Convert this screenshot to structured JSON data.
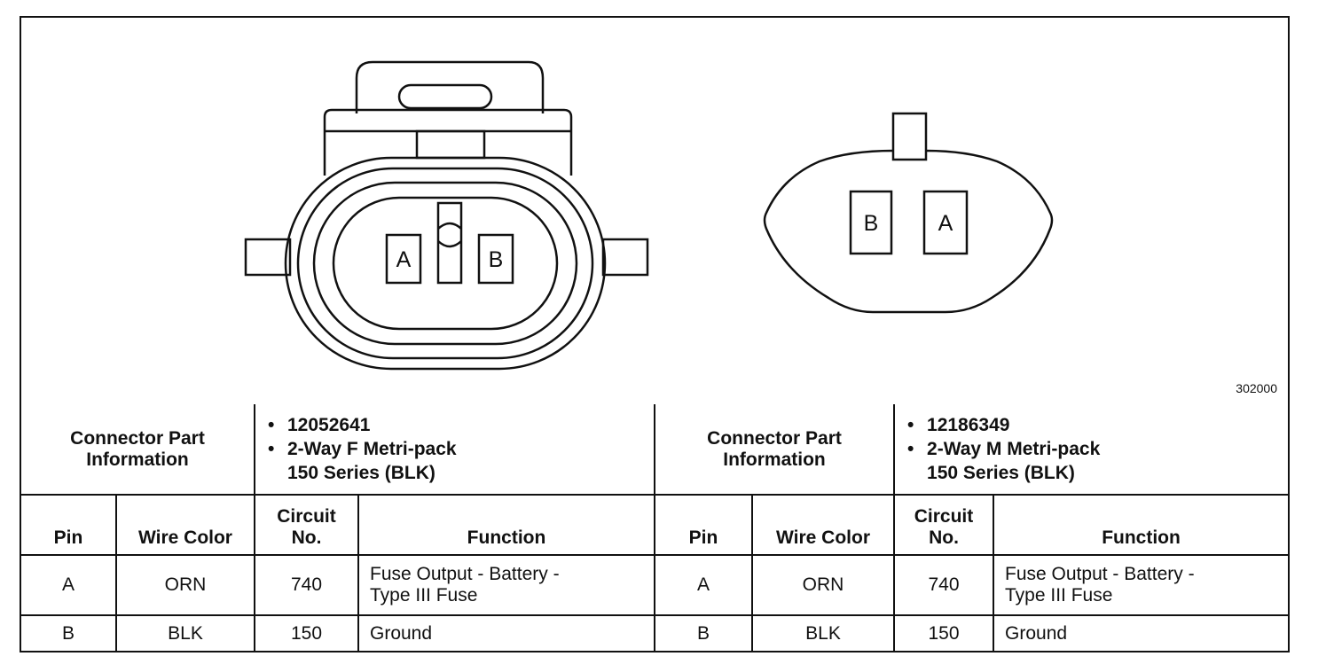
{
  "figure_id": "302000",
  "connectors": [
    {
      "pin_labels": [
        "A",
        "B"
      ],
      "info_label_line1": "Connector Part",
      "info_label_line2": "Information",
      "info_items": [
        "12052641",
        "2-Way F Metri-pack",
        "150 Series (BLK)"
      ]
    },
    {
      "pin_labels": [
        "B",
        "A"
      ],
      "info_label_line1": "Connector Part",
      "info_label_line2": "Information",
      "info_items": [
        "12186349",
        "2-Way M Metri-pack",
        "150 Series (BLK)"
      ]
    }
  ],
  "table_headers": {
    "pin": "Pin",
    "wire_color": "Wire Color",
    "circuit_line1": "Circuit",
    "circuit_line2": "No.",
    "function": "Function"
  },
  "rows": [
    {
      "pin": "A",
      "wire_color": "ORN",
      "circuit": "740",
      "function_line1": "Fuse Output - Battery -",
      "function_line2": "Type III Fuse"
    },
    {
      "pin": "B",
      "wire_color": "BLK",
      "circuit": "150",
      "function_line1": "Ground",
      "function_line2": ""
    }
  ]
}
